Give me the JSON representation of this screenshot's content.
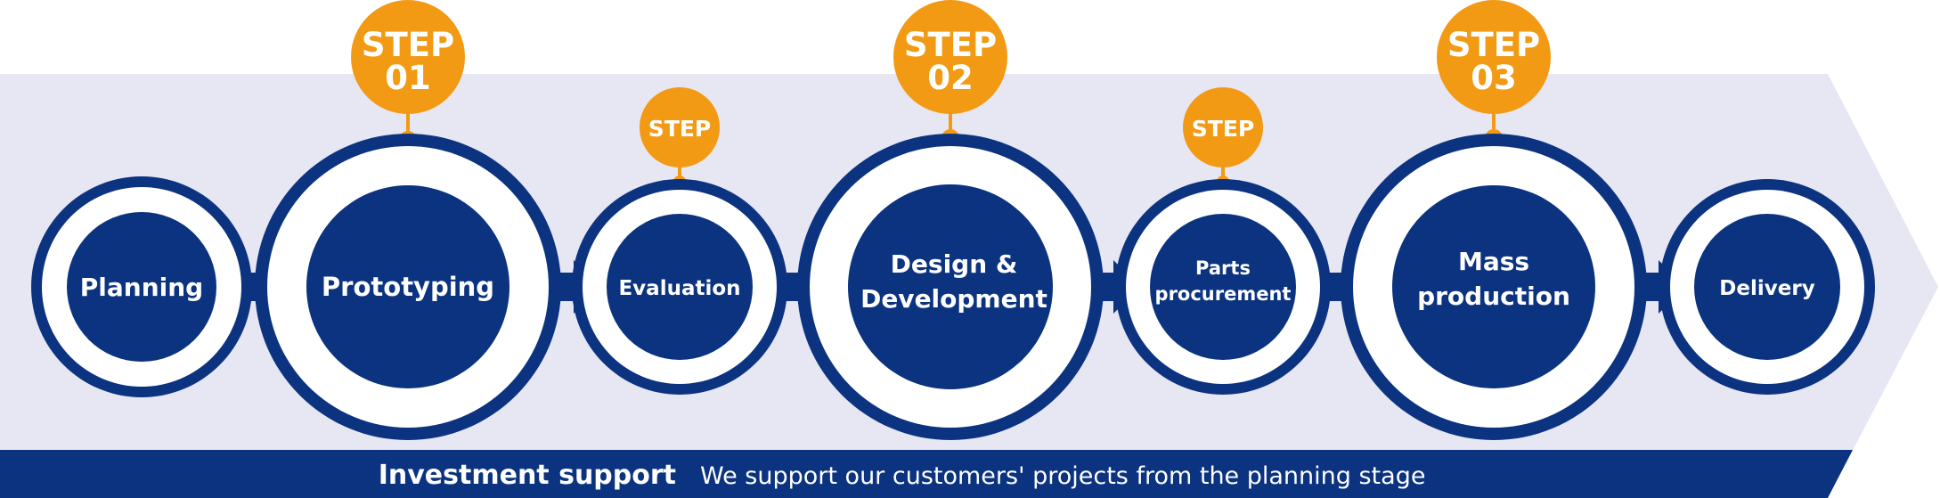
{
  "colors": {
    "navy": "#0b3380",
    "orange": "#f29a13",
    "band": "#e7e6f3",
    "white": "#ffffff"
  },
  "stages": [
    {
      "label": "Planning"
    },
    {
      "label": "Prototyping",
      "step": "STEP",
      "step_number": "01"
    },
    {
      "label": "Evaluation",
      "step": "STEP"
    },
    {
      "label": "Design &",
      "label2": "Development",
      "step": "STEP",
      "step_number": "02"
    },
    {
      "label": "Parts",
      "label2": "procurement",
      "step": "STEP"
    },
    {
      "label": "Mass",
      "label2": "production",
      "step": "STEP",
      "step_number": "03"
    },
    {
      "label": "Delivery"
    }
  ],
  "banner": {
    "title": "Investment support",
    "subtitle": "We support our customers' projects from the planning stage"
  }
}
